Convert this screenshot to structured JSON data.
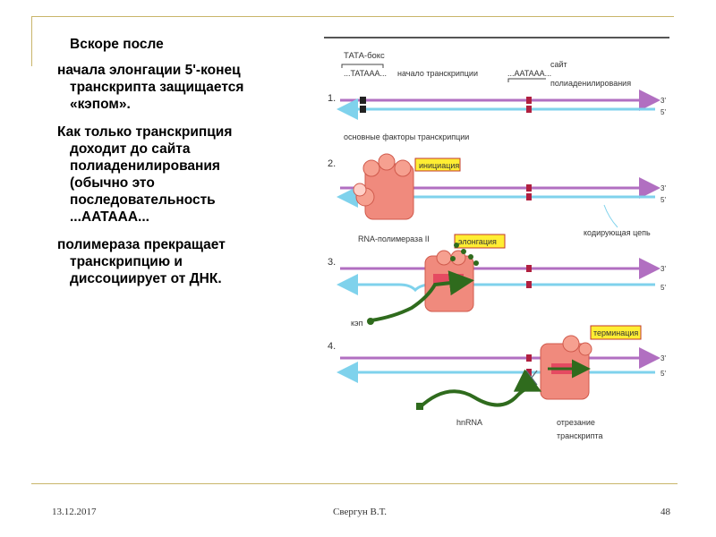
{
  "paragraphs": [
    "Вскоре после",
    "начала элонгации 5'-конец транскрипта защищается «кэпом».",
    "Как только транскрипция доходит до сайта полиаденилирования (обычно это последовательность ...AATAAA...",
    "полимераза прекращает транскрипцию и диссоциирует от ДНК."
  ],
  "footer": {
    "date": "13.12.2017",
    "author": "Свергун В.Т.",
    "page": "48"
  },
  "figure": {
    "tata_box": "ТАТА-бокс",
    "tata_seq": "...TATAAA...",
    "start_label": "начало транскрипции",
    "polya_seq": "...AATAAA...",
    "polya_label_1": "сайт",
    "polya_label_2": "полиаденилирования",
    "step_1": "1.",
    "step_2": "2.",
    "step_3": "3.",
    "step_4": "4.",
    "end_3": "3'",
    "end_5": "5'",
    "factors_label": "основные факторы транскрипции",
    "initiation": "инициация",
    "polymerase_label": "RNA-полимераза II",
    "coding_strand": "кодирующая цепь",
    "elongation": "элонгация",
    "cap": "кэп",
    "termination": "терминация",
    "hnrna": "hnRNA",
    "cut_1": "отрезание",
    "cut_2": "транскрипта"
  },
  "colors": {
    "frame": "#c9b56a",
    "dna_top": "#b16fc1",
    "dna_bottom": "#7fd2ec",
    "rna": "#2f6b1d",
    "polymerase": "#f08a7d",
    "label_box": "#ffee33",
    "marker": "#b02040"
  }
}
